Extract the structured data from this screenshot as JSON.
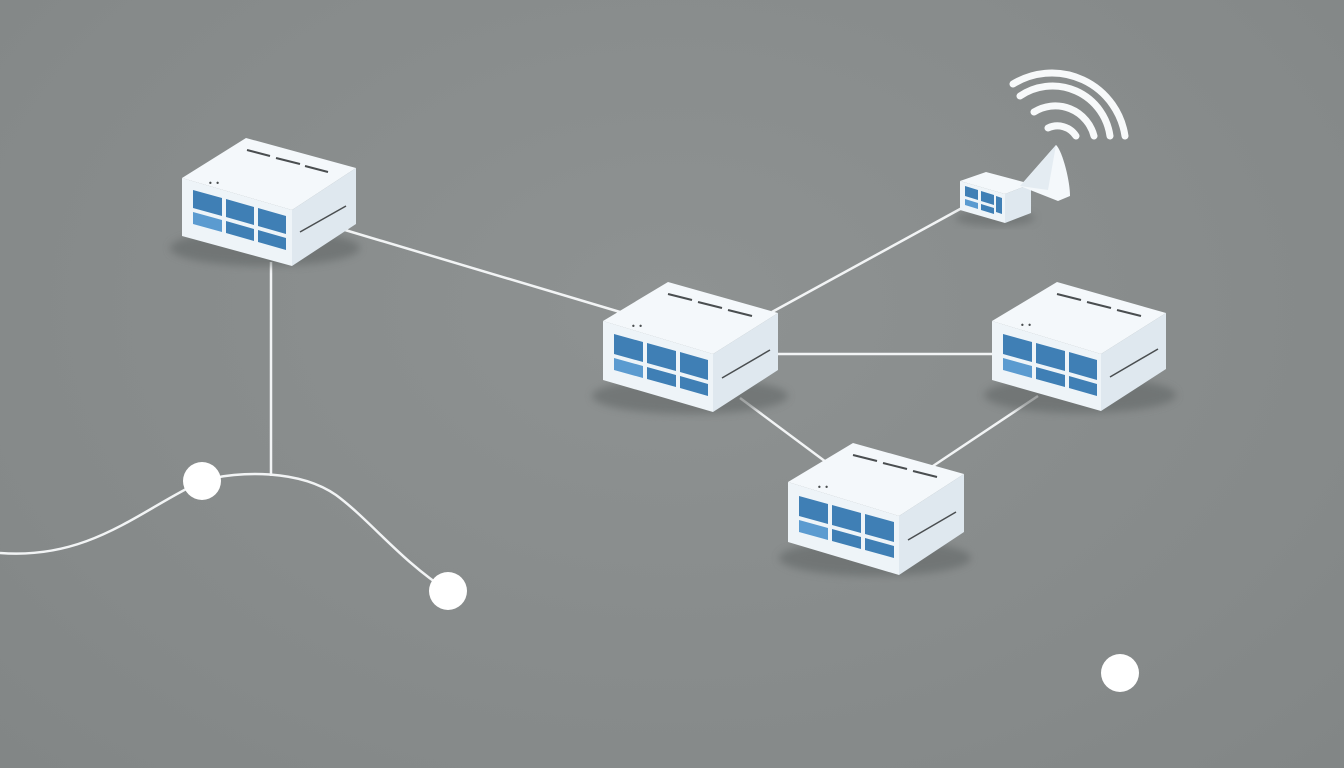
{
  "diagram": {
    "kind": "network-topology",
    "colors": {
      "background": "#8a8e8e",
      "device_body": "#f4f8fb",
      "device_side": "#dfe8ef",
      "device_front": "#eef4f8",
      "port_fill": "#3f7fb5",
      "port_fill_light": "#5b9bd0",
      "link": "#f2f4f5",
      "node": "#ffffff",
      "shadow": "#6b6f70"
    },
    "nodes": [
      {
        "id": "switch-a",
        "type": "network-switch",
        "size": "large"
      },
      {
        "id": "switch-b",
        "type": "network-switch",
        "size": "large"
      },
      {
        "id": "switch-c",
        "type": "network-switch",
        "size": "large"
      },
      {
        "id": "switch-d",
        "type": "network-switch",
        "size": "large"
      },
      {
        "id": "access-point",
        "type": "wireless-router",
        "size": "small"
      },
      {
        "id": "endpoint-1",
        "type": "endpoint-dot"
      },
      {
        "id": "endpoint-2",
        "type": "endpoint-dot"
      },
      {
        "id": "endpoint-3",
        "type": "endpoint-dot"
      }
    ],
    "links": [
      {
        "from": "switch-a",
        "to": "switch-b"
      },
      {
        "from": "switch-b",
        "to": "access-point"
      },
      {
        "from": "switch-b",
        "to": "switch-c"
      },
      {
        "from": "switch-b",
        "to": "switch-d"
      },
      {
        "from": "switch-c",
        "to": "switch-d"
      },
      {
        "from": "switch-a",
        "to": "endpoint-1"
      },
      {
        "from": "endpoint-1",
        "to": "endpoint-2"
      }
    ],
    "icons": [
      "wifi-signal-icon"
    ]
  }
}
